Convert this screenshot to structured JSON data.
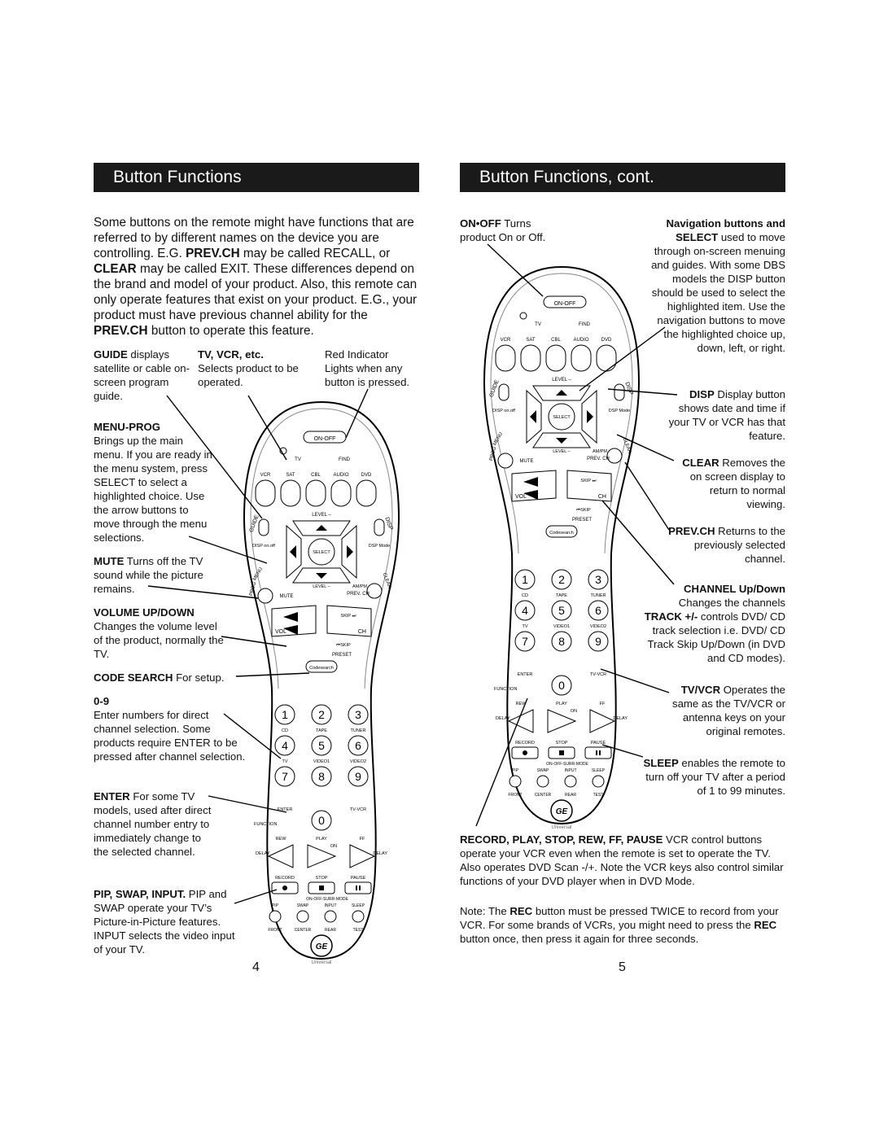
{
  "left": {
    "header": "Button Functions",
    "intro": [
      {
        "t": "Some buttons on the remote might have functions that are referred to by different names on the device you are controlling. E.G. "
      },
      {
        "b": "PREV.CH"
      },
      {
        "t": " may be called RECALL, or "
      },
      {
        "b": "CLEAR"
      },
      {
        "t": " may be called EXIT. These differences depend on the brand and model of your product. Also, this remote can only operate features that exist on your product. E.G., your product must have previous channel ability for the "
      },
      {
        "b": "PREV.CH"
      },
      {
        "t": " button to operate this feature."
      }
    ],
    "guide": {
      "title": "GUIDE",
      "text": " displays satellite or cable on-screen program guide."
    },
    "tvvcr": {
      "title": "TV, VCR, etc.",
      "text": "Selects product to be operated."
    },
    "red": {
      "text": "Red Indicator Lights when any button is pressed."
    },
    "menu": {
      "title": "MENU-PROG",
      "text": "Brings up the main menu. If you are ready in the menu system, press SELECT to select a highlighted choice. Use the arrow buttons to move through the menu selections."
    },
    "mute": {
      "title": "MUTE",
      "text": " Turns off the TV sound while the picture remains."
    },
    "volume": {
      "title": "VOLUME UP/DOWN",
      "text": "Changes the volume level of the product, normally the TV."
    },
    "codesearch": {
      "title": "CODE SEARCH",
      "text": " For setup."
    },
    "digits": {
      "title": "0-9",
      "text": "Enter numbers for direct channel selection. Some products require ENTER to be pressed after channel selection."
    },
    "enter": {
      "title": "ENTER",
      "text": " For some TV models, used after direct channel number entry to immediately change to the selected channel."
    },
    "pip": {
      "title": "PIP, SWAP, INPUT.",
      "text": " PIP and SWAP operate your TV’s Picture-in-Picture features. INPUT selects the video input of your TV."
    },
    "page": "4"
  },
  "right": {
    "header": "Button Functions, cont.",
    "onoff": {
      "title": "ON•OFF",
      "text": " Turns product On or Off."
    },
    "nav": {
      "title": "Navigation buttons and SELECT",
      "text": " used to move through on-screen menuing and guides. With some DBS models the DISP button should be used to select the highlighted item. Use the navigation buttons to move the highlighted choice up, down, left, or right."
    },
    "disp": {
      "title": "DISP",
      "text": " Display button shows date and time if your TV or VCR has that feature."
    },
    "clear": {
      "title": "CLEAR",
      "text": " Removes the on screen display to return to normal viewing."
    },
    "prevch": {
      "title": "PREV.CH",
      "text": " Returns to the previously selected channel."
    },
    "channel": {
      "title": "CHANNEL Up/Down",
      "text": "Changes the channels",
      "title2": "TRACK +/-",
      "text2": " controls DVD/ CD track selection i.e. DVD/ CD Track Skip Up/Down (in DVD and CD modes)."
    },
    "tvvcr": {
      "title": "TV/VCR",
      "text": " Operates the same as the TV/VCR or antenna keys on your original remotes."
    },
    "sleep": {
      "title": "SLEEP",
      "text": " enables the remote to turn off your TV after a period of 1 to 99 minutes."
    },
    "record": {
      "title": "RECORD, PLAY, STOP, REW, FF, PAUSE",
      "text": " VCR control buttons operate your VCR even when the remote is set to operate the TV. Also operates DVD Scan -/+. Note the VCR keys also control similar functions of your DVD player when in DVD Mode."
    },
    "note": {
      "pre": "Note: The ",
      "b1": "REC",
      "mid": " button must be pressed TWICE to record from your VCR. For some brands of VCRs, you might need to press the ",
      "b2": "REC",
      "post": " button once, then press it again for three seconds."
    },
    "page": "5"
  },
  "remote": {
    "onoff": "ON-OFF",
    "tv": "TV",
    "find": "FIND",
    "sources": [
      "VCR",
      "SAT",
      "CBL",
      "AUDIO",
      "DVD"
    ],
    "guide": "GUIDE",
    "disp": "DISP",
    "level": "LEVEL –",
    "disp_onoff": "DISP on.off",
    "select": "SELECT",
    "disp_mode": "DSP Mode",
    "menu": "MENU",
    "prog": "PROG",
    "clear": "CLEAR",
    "mute": "MUTE",
    "ampm": "AM/PM",
    "prevch": "PREV. CH",
    "vol": "VOL",
    "ch": "CH",
    "skip_up": "SKIP ⏭",
    "skip_down": "⏮SKIP",
    "preset": "PRESET",
    "codesearch": "Codesearch",
    "digits": [
      "1",
      "2",
      "3",
      "4",
      "5",
      "6",
      "7",
      "8",
      "9",
      "0"
    ],
    "digit_labels": [
      "CD",
      "TAPE",
      "TUNER",
      "TV",
      "VIDEO1",
      "VIDEO2"
    ],
    "enter": "ENTER",
    "tvvcr": "TV-VCR",
    "function": "FUNCTION",
    "rew": "REW",
    "play": "PLAY",
    "ff": "FF",
    "on": "ON",
    "delay": "DELAY",
    "record": "RECORD",
    "stop": "STOP",
    "pause": "PAUSE",
    "surr": "ON-OFF-SURR-MODE",
    "pipline": [
      "PIP",
      "SWAP",
      "INPUT",
      "SLEEP"
    ],
    "frontline": [
      "FRONT",
      "CENTER",
      "REAR",
      "TEST"
    ],
    "logo": "GE",
    "brand": "Universal"
  }
}
